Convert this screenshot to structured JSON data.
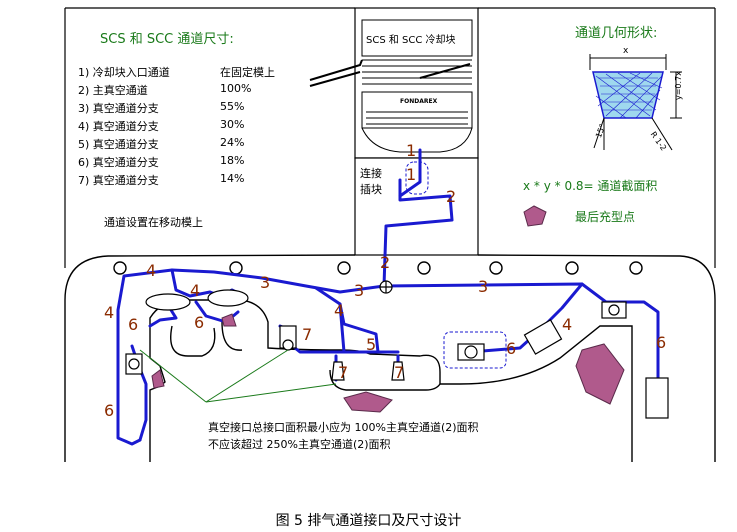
{
  "top_left": {
    "title": "SCS 和 SCC 通道尺寸:",
    "rows": [
      {
        "item": "1) 冷却块入口通道",
        "value": "在固定模上"
      },
      {
        "item": "2) 主真空通道",
        "value": "100%"
      },
      {
        "item": "3) 真空通道分支",
        "value": "55%"
      },
      {
        "item": "4) 真空通道分支",
        "value": "30%"
      },
      {
        "item": "5) 真空通道分支",
        "value": "24%"
      },
      {
        "item": "6) 真空通道分支",
        "value": "18%"
      },
      {
        "item": "7) 真空通道分支",
        "value": "14%"
      }
    ],
    "note": "通道设置在移动模上"
  },
  "cooling_block": {
    "label": "SCS 和 SCC 冷却块",
    "brand": "FONDAREX",
    "connector_label": "连接\n插块"
  },
  "geometry_panel": {
    "title": "通道几何形状:",
    "x_label": "x",
    "y_label": "y=0.7x",
    "radius_label": "R 1-2",
    "angle_label": "15°",
    "formula": "x * y * 0.8= 通道截面积"
  },
  "legend": {
    "last_fill_point": "最后充型点"
  },
  "channel_labels": [
    "1",
    "1",
    "2",
    "2",
    "3",
    "3",
    "3",
    "4",
    "4",
    "4",
    "4",
    "4",
    "5",
    "6",
    "6",
    "6",
    "6",
    "6",
    "7",
    "7",
    "7"
  ],
  "bottom_note": {
    "line1": "真空接口总接口面积最小应为 100%主真空通道(2)面积",
    "line2": "不应该超过 250%主真空通道(2)面积"
  },
  "caption": "图 5 排气通道接口及尺寸设计",
  "colors": {
    "channel": "#1a1ad0",
    "label": "#8b2b00",
    "green_text": "#1a7a1a",
    "last_fill": "#b05a8c",
    "geometry_fill": "#9fd8ee"
  }
}
